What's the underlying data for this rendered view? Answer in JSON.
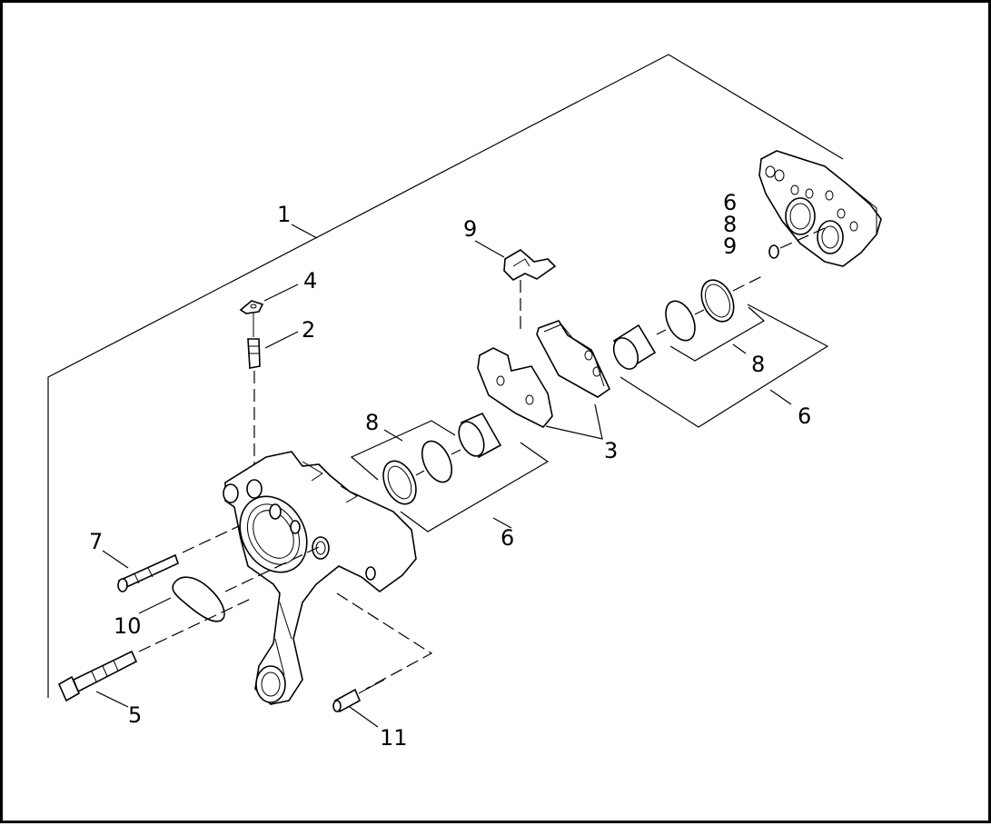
{
  "diagram": {
    "background": "#ffffff",
    "line_color": "#000000",
    "callouts": {
      "c1": "1",
      "c2": "2",
      "c3": "3",
      "c4": "4",
      "c5": "5",
      "c6_left": "6",
      "c6_right": "6",
      "c6_top": "6",
      "c7": "7",
      "c8_left": "8",
      "c8_right": "8",
      "c8_top": "8",
      "c9_top": "9",
      "c9_pin": "9",
      "c10": "10",
      "c11": "11"
    }
  }
}
